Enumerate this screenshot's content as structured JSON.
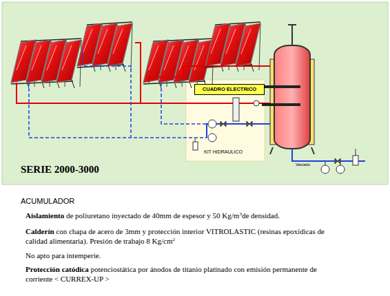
{
  "diagram": {
    "title": "SERIE 2000-3000",
    "nodes": [
      {
        "text": [
          "KIT HIDRAULICO"
        ]
      },
      {
        "text": [
          "CUADRO ELECTRICO"
        ],
        "in": 0
      }
    ],
    "labels": [
      "ACUMULADOR",
      "Aislamiento",
      "de poliuretano inyectado de 40mm de espesor y 50 Kg/m",
      "3",
      "de densidad.",
      "Calderín",
      "con chapa de acero de 3mm y protección interior VITROLASTIC (resinas epoxídicas de calidad alimentaria). Presión de trabajo 8 Kg/cm",
      "2",
      "No apto para intemperie.",
      "Protección catódica",
      "potenciostática por ánodos de titanio platinado con emisión permanente de corriente < CURREX-UP >",
      "Vaciado"
    ]
  }
}
